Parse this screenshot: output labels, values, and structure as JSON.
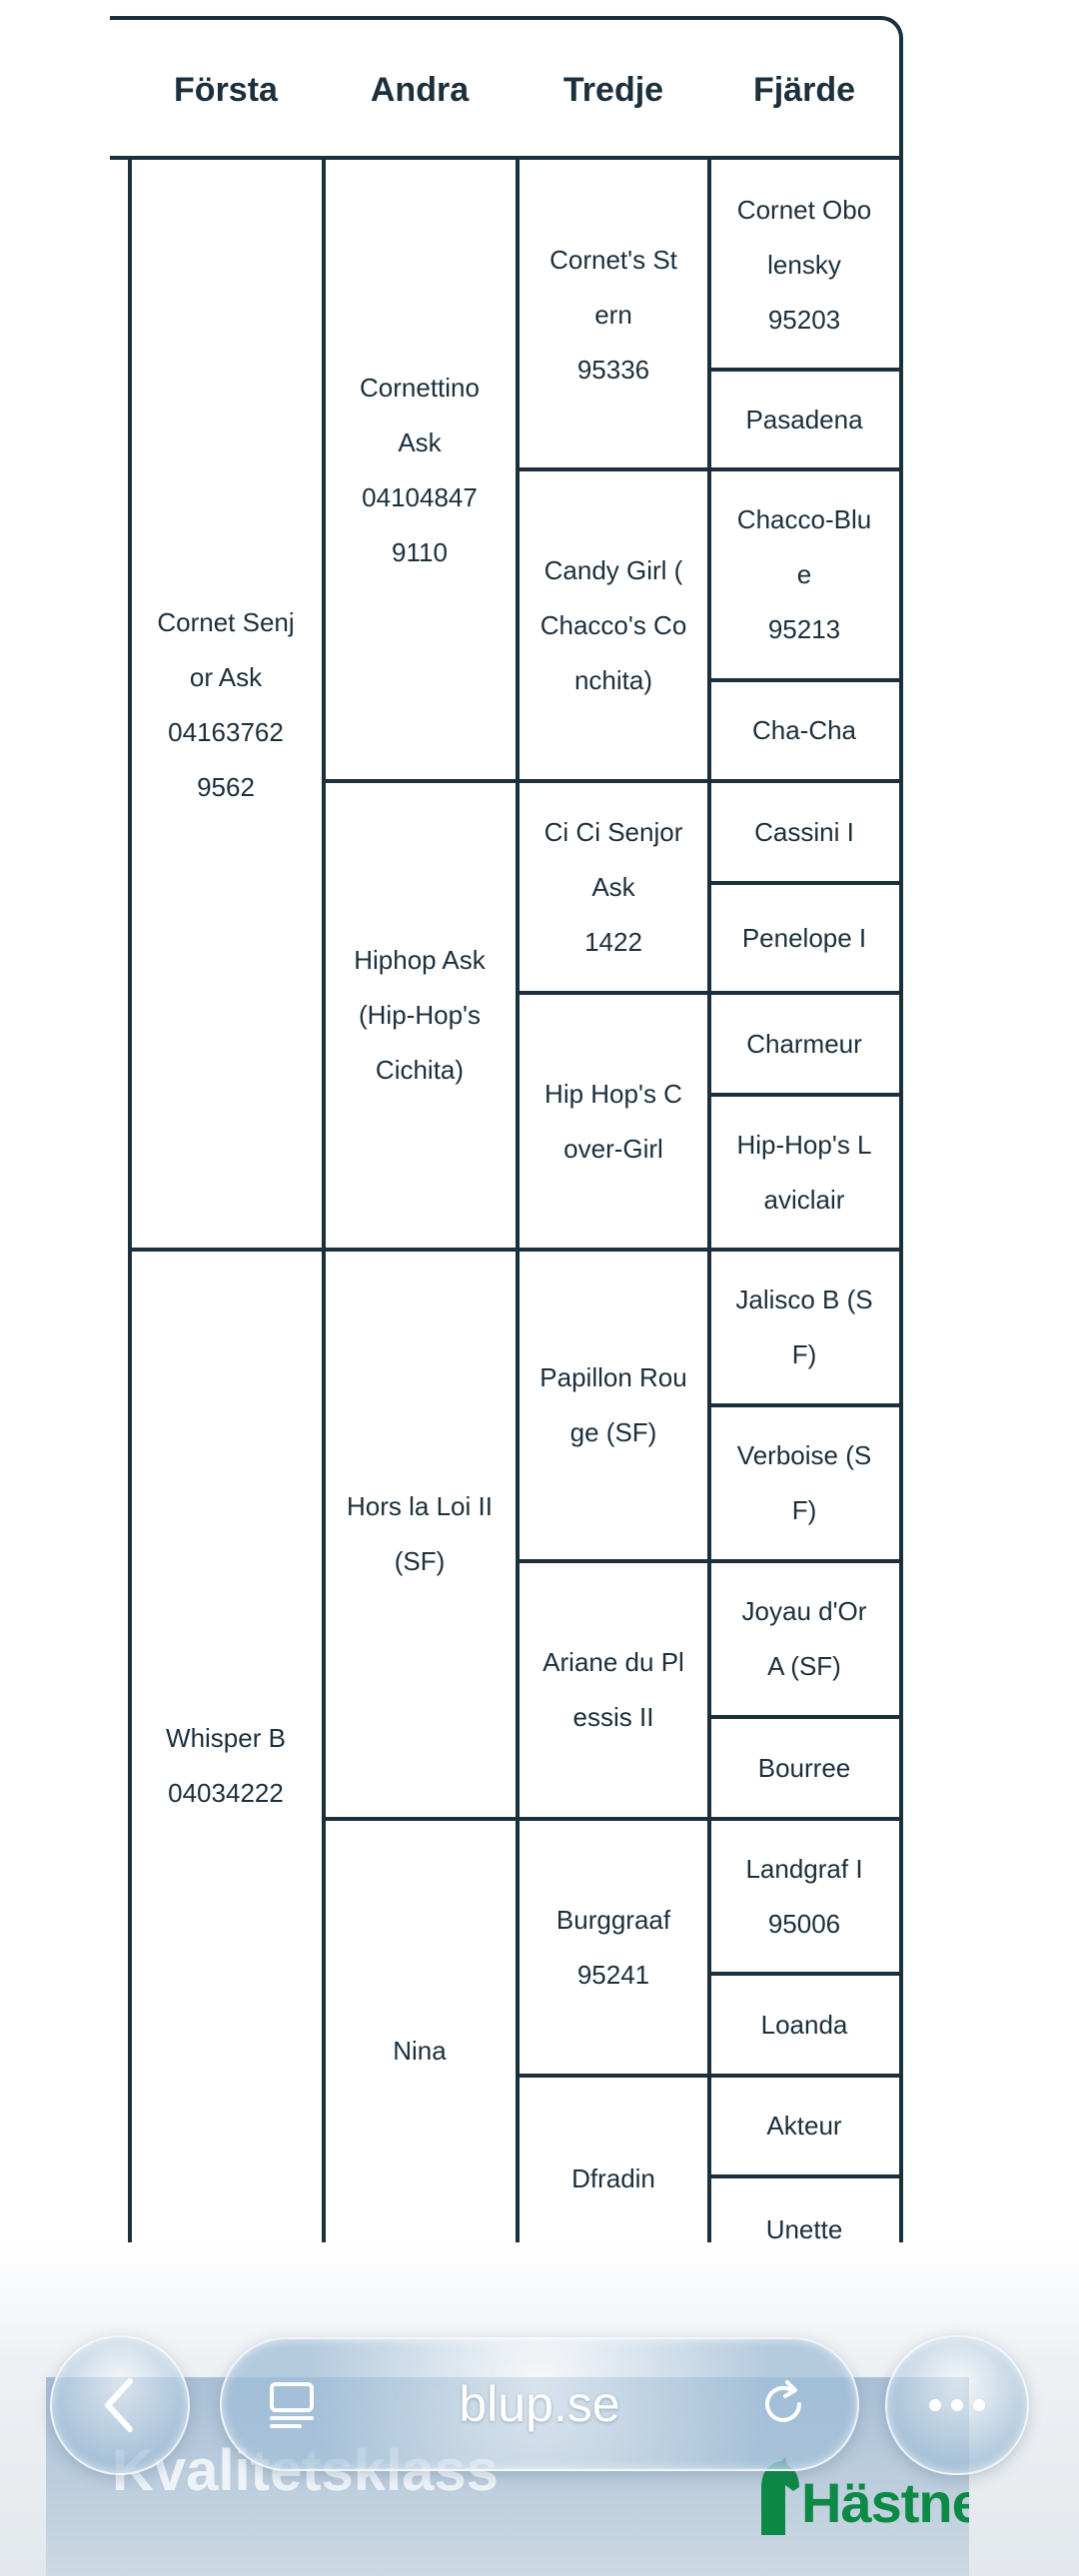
{
  "pedigree": {
    "headers": [
      "Första",
      "Andra",
      "Tredje",
      "Fjärde"
    ],
    "first": [
      "Cornet Senj\nor Ask\n04163762\n9562",
      "Whisper B\n04034222"
    ],
    "second": [
      "Cornettino\nAsk\n04104847\n9110",
      "Hiphop Ask\n(Hip-Hop's\nCichita)",
      "Hors la Loi II\n(SF)",
      "Nina"
    ],
    "third": [
      "Cornet's St\nern\n95336",
      "Candy Girl (\nChacco's Co\nnchita)",
      "Ci Ci Senjor\nAsk\n1422",
      "Hip Hop's C\nover-Girl",
      "Papillon Rou\nge (SF)",
      "Ariane du Pl\nessis II",
      "Burggraaf\n95241",
      "Dfradin"
    ],
    "fourth": [
      "Cornet Obo\nlensky\n95203",
      "Pasadena",
      "Chacco-Blu\ne\n95213",
      "Cha-Cha",
      "Cassini I",
      "Penelope I",
      "Charmeur",
      "Hip-Hop's L\naviclair",
      "Jalisco B (S\nF)",
      "Verboise (S\nF)",
      "Joyau d'Or\nA (SF)",
      "Bourree",
      "Landgraf I\n95006",
      "Loanda",
      "Akteur",
      "Unette"
    ]
  },
  "banner": {
    "title": "Kvalitetsklass",
    "brand": "Hästnet"
  },
  "browser": {
    "url": "blup.se",
    "icons": {
      "back": "chevron-left-icon",
      "reader": "reader-mode-icon",
      "reload": "reload-icon",
      "more": "more-icon"
    }
  },
  "colors": {
    "ink": "#1c2f3c",
    "brand_green": "#0c8a45",
    "banner_blue": "#a9c0d6"
  }
}
